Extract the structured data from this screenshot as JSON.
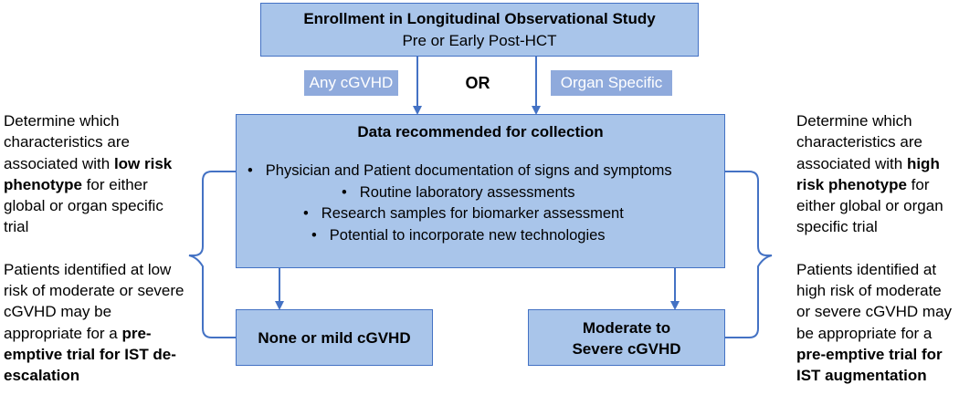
{
  "enrollment": {
    "title": "Enrollment in Longitudinal Observational Study",
    "subtitle": "Pre or Early Post-HCT"
  },
  "tags": {
    "any": "Any cGVHD",
    "or": "OR",
    "organ": "Organ Specific"
  },
  "data_box": {
    "title": "Data recommended for collection",
    "items": [
      "Physician and Patient documentation of signs and symptoms",
      "Routine laboratory assessments",
      "Research samples for biomarker assessment",
      "Potential to incorporate new technologies"
    ]
  },
  "outcomes": {
    "mild": "None or mild cGVHD",
    "severe_line1": "Moderate to",
    "severe_line2": "Severe cGVHD"
  },
  "left_panel": {
    "p1": {
      "text_before": "Determine which characteristics are associated with ",
      "bold": "low risk phenotype",
      "text_after": " for either global or organ specific trial"
    },
    "p2": {
      "text_before": "Patients identified at low risk of moderate or severe cGVHD may be appropriate for a ",
      "bold": "pre-emptive trial for IST de-escalation"
    }
  },
  "right_panel": {
    "p1": {
      "text_before": "Determine which characteristics are associated with ",
      "bold": "high risk phenotype",
      "text_after": " for either global or organ specific trial"
    },
    "p2": {
      "text_before": "Patients identified at high risk of moderate or severe cGVHD may be appropriate for a ",
      "bold": "pre-emptive trial for IST augmentation"
    }
  },
  "colors": {
    "box_fill": "#a9c5ea",
    "box_border": "#4472c4",
    "tag_fill": "#8faadc",
    "connector": "#4472c4"
  }
}
